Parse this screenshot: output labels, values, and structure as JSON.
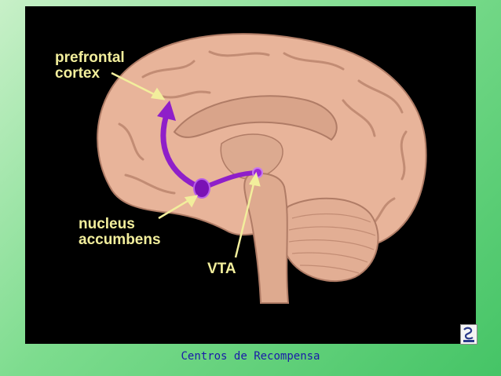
{
  "labels": {
    "prefrontal": "prefrontal\ncortex",
    "nucleus": "nucleus\naccumbens",
    "vta": "VTA"
  },
  "caption": "Centros de Recompensa",
  "colors": {
    "background_green": "#45c466",
    "panel": "#000000",
    "brain": "#e8b49a",
    "pathway": "#8f1fc9",
    "label_text": "#f2ee9c",
    "caption_text": "#1a1aa8"
  },
  "icons": {
    "corner_logo": "publisher-logo-icon"
  }
}
